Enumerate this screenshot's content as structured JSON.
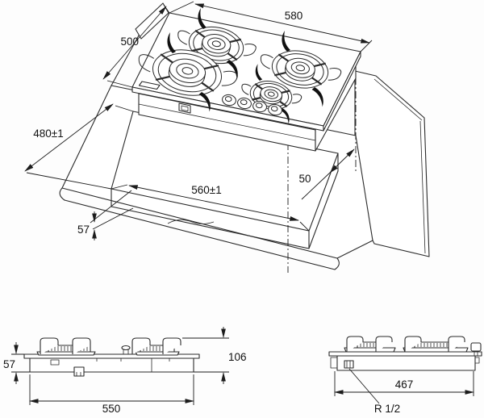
{
  "drawing": {
    "kind": "gas-hob-installation-drawing",
    "iso": {
      "hob_width": "580",
      "hob_depth": "500",
      "cutout_depth": "480±1",
      "cutout_width": "560±1",
      "side_gap": "50",
      "panel_thickness": "57"
    },
    "front": {
      "body_height": "57",
      "body_width": "550",
      "overall_height": "106"
    },
    "side": {
      "inlet_offset": "467",
      "gas_thread": "R 1/2"
    }
  }
}
